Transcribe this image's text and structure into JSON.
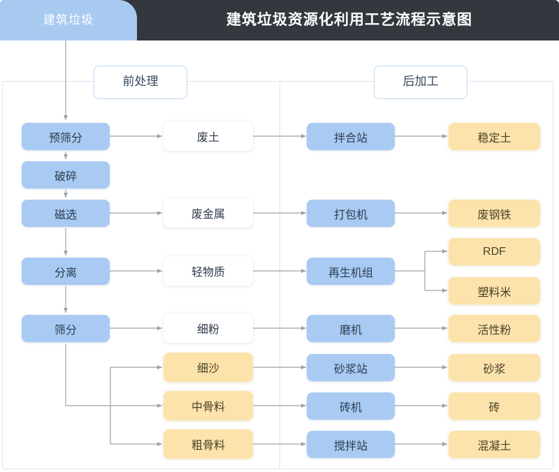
{
  "header": {
    "tab_label": "建筑垃圾",
    "title": "建筑垃圾资源化利用工艺流程示意图",
    "bar_color": "#33383f",
    "tab_color": "#a8caf0"
  },
  "sections": {
    "pre_label": "前处理",
    "post_label": "后加工"
  },
  "palette": {
    "process_blue": "#a9caf2",
    "material_white": "#ffffff",
    "product_yellow": "#fbe3ab",
    "connector_gray": "#9ba1a9",
    "panel_border": "#dfe3ea"
  },
  "flow": {
    "process_chain": [
      {
        "id": "presort",
        "label": "预筛分"
      },
      {
        "id": "crush",
        "label": "破碎"
      },
      {
        "id": "magnetic",
        "label": "磁选"
      },
      {
        "id": "separate",
        "label": "分离"
      },
      {
        "id": "screen",
        "label": "筛分"
      }
    ],
    "materials": [
      {
        "id": "waste-soil",
        "label": "废土",
        "style": "white"
      },
      {
        "id": "waste-metal",
        "label": "废金属",
        "style": "white"
      },
      {
        "id": "light-matter",
        "label": "轻物质",
        "style": "white"
      },
      {
        "id": "fine-powder",
        "label": "细粉",
        "style": "white"
      },
      {
        "id": "fine-sand",
        "label": "细沙",
        "style": "yellow"
      },
      {
        "id": "mid-aggregate",
        "label": "中骨料",
        "style": "yellow"
      },
      {
        "id": "coarse-aggregate",
        "label": "粗骨料",
        "style": "yellow"
      }
    ],
    "equipment": [
      {
        "id": "mixing-station",
        "label": "拌合站"
      },
      {
        "id": "baler",
        "label": "打包机"
      },
      {
        "id": "regen-unit",
        "label": "再生机组"
      },
      {
        "id": "mill",
        "label": "磨机"
      },
      {
        "id": "mortar-station",
        "label": "砂浆站"
      },
      {
        "id": "brick-machine",
        "label": "砖机"
      },
      {
        "id": "concrete-plant",
        "label": "搅拌站"
      }
    ],
    "products": [
      {
        "id": "stabilized-soil",
        "label": "稳定土"
      },
      {
        "id": "scrap-steel",
        "label": "废钢铁"
      },
      {
        "id": "rdf",
        "label": "RDF"
      },
      {
        "id": "plastic-pellet",
        "label": "塑料米"
      },
      {
        "id": "active-powder",
        "label": "活性粉"
      },
      {
        "id": "mortar",
        "label": "砂浆"
      },
      {
        "id": "brick",
        "label": "砖"
      },
      {
        "id": "concrete",
        "label": "混凝土"
      }
    ]
  }
}
